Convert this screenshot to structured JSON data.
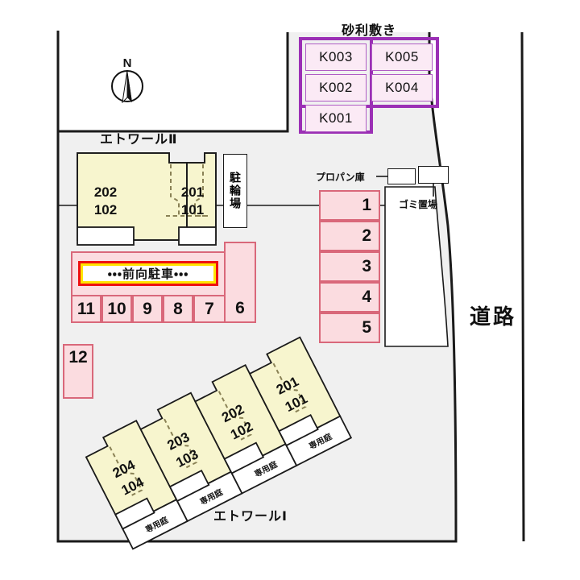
{
  "map": {
    "title_north": "N",
    "road_label": "道路",
    "gravel_lot_label": "砂利敷き",
    "bicycle_parking_label": "駐輪場",
    "propane_label": "プロパン庫",
    "garbage_label": "ゴミ置場",
    "front_parking_banner": "・・・前向駐車・・・",
    "private_garden_label": "専用庭"
  },
  "colors": {
    "gravel_border": "#b05cc4",
    "gravel_fill": "#fbeaf5",
    "parking_border": "#d9687a",
    "parking_fill": "#fbdce0",
    "building_fill": "#f7f5ce",
    "site_fill": "#f0f0f0",
    "outline": "#1a1a1a",
    "banner_border": "#ee1111",
    "banner_inner": "#ffe400"
  },
  "gravel_lot": {
    "label": "砂利敷き",
    "spaces": [
      "K003",
      "K005",
      "K002",
      "K004",
      "K001"
    ]
  },
  "parking": {
    "right_column": [
      "1",
      "2",
      "3",
      "4",
      "5"
    ],
    "bottom_row": [
      "11",
      "10",
      "9",
      "8",
      "7",
      "6"
    ],
    "isolated": [
      "12"
    ]
  },
  "buildings": [
    {
      "name": "エトワールⅡ",
      "units": [
        {
          "upper": "202",
          "lower": "102"
        },
        {
          "upper": "201",
          "lower": "101"
        }
      ]
    },
    {
      "name": "エトワールⅠ",
      "units": [
        {
          "upper": "204",
          "lower": "104",
          "garden": "専用庭"
        },
        {
          "upper": "203",
          "lower": "103",
          "garden": "専用庭"
        },
        {
          "upper": "202",
          "lower": "102",
          "garden": "専用庭"
        },
        {
          "upper": "201",
          "lower": "101",
          "garden": "専用庭"
        }
      ]
    }
  ]
}
